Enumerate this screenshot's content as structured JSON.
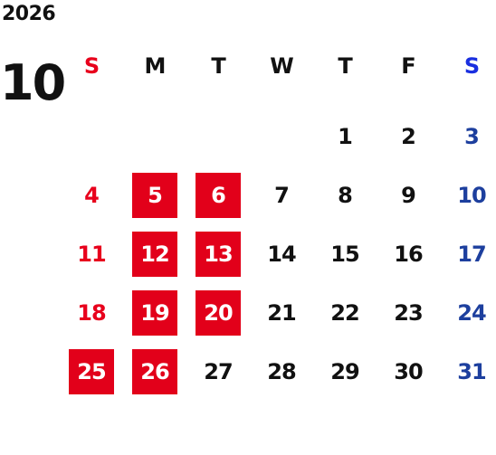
{
  "calendar": {
    "year": "2026",
    "month": "10",
    "weekdays": [
      "S",
      "M",
      "T",
      "W",
      "T",
      "F",
      "S"
    ],
    "weeks": [
      [
        "",
        "",
        "",
        "",
        "1",
        "2",
        "3"
      ],
      [
        "4",
        "5",
        "6",
        "7",
        "8",
        "9",
        "10"
      ],
      [
        "11",
        "12",
        "13",
        "14",
        "15",
        "16",
        "17"
      ],
      [
        "18",
        "19",
        "20",
        "21",
        "22",
        "23",
        "24"
      ],
      [
        "25",
        "26",
        "27",
        "28",
        "29",
        "30",
        "31"
      ]
    ],
    "highlighted_days": [
      "5",
      "6",
      "12",
      "13",
      "19",
      "20",
      "25",
      "26"
    ],
    "colors": {
      "sunday": "#e8001c",
      "saturday": "#1d3f9e",
      "highlight_bg": "#e2001a",
      "weekday": "#111111"
    }
  }
}
